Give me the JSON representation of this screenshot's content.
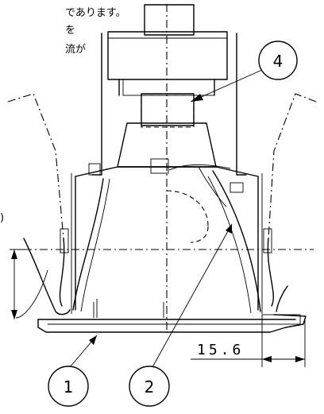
{
  "notes": {
    "line1": "であります。",
    "line2": "を",
    "line3": "流が",
    "line4": ")"
  },
  "callouts": [
    {
      "id": "callout-1",
      "label": "1"
    },
    {
      "id": "callout-2",
      "label": "2"
    },
    {
      "id": "callout-4",
      "label": "4"
    }
  ],
  "dimension": {
    "value": "15.6"
  }
}
